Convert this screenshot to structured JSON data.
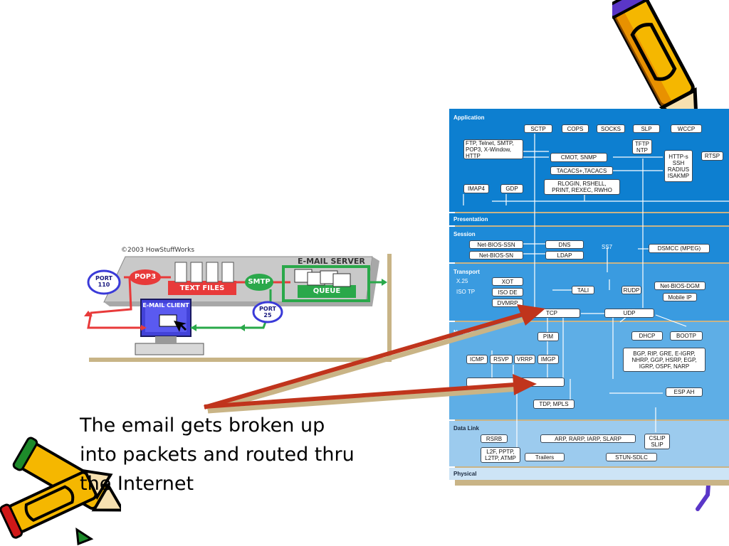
{
  "caption": {
    "lines": [
      "The email gets broken up",
      "into packets and routed thru",
      "the Internet"
    ]
  },
  "email_diagram": {
    "copyright": "©2003 HowStuffWorks",
    "server_label": "E-MAIL SERVER",
    "port110": "PORT\n110",
    "pop3": "POP3",
    "text_files": "TEXT FILES",
    "smtp": "SMTP",
    "queue": "QUEUE",
    "client": "E-MAIL CLIENT",
    "port25": "PORT\n25"
  },
  "stack": {
    "layers": {
      "application": "Application",
      "presentation": "Presentation",
      "session": "Session",
      "transport": "Transport",
      "network": "Network",
      "data_link": "Data Link",
      "physical": "Physical"
    },
    "boxes": {
      "sctp": "SCTP",
      "cops": "COPS",
      "socks": "SOCKS",
      "slp": "SLP",
      "wccp": "WCCP",
      "ftp": "FTP, Telnet, SMTP,\nPOP3, X-Window,\nHTTP",
      "tftp": "TFTP\nNTP",
      "cmot": "CMOT, SNMP",
      "https": "HTTP-s\nSSH\nRADIUS\nISAKMP",
      "rtsp": "RTSP",
      "tacacs": "TACACS+,TACACS",
      "imap4": "IMAP4",
      "gdp": "GDP",
      "rlogin": "RLOGIN, RSHELL,\nPRINT, REXEC, RWHO",
      "nbssn": "Net-BIOS-SSN",
      "dns": "DNS",
      "nbsn": "Net-BIOS-SN",
      "ldap": "LDAP",
      "dsmcc": "DSMCC (MPEG)",
      "xot": "XOT",
      "isode": "ISO DE",
      "dvmrp": "DVMRP",
      "tali": "TALI",
      "rudp": "RUDP",
      "nbdgm": "Net-BIOS-DGM",
      "mobileip": "Mobile IP",
      "tcp": "TCP",
      "udp": "UDP",
      "pim": "PIM",
      "dhcp": "DHCP",
      "bootp": "BOOTP",
      "bgp": "BGP, RIP, GRE, E-IGRP,\nNHRP, GGP, HSRP, EGP,\nIGRP, OSPF, NARP",
      "icmp": "ICMP",
      "rsvp": "RSVP",
      "vrrp": "VRRP",
      "imgp": "IMGP",
      "espah": "ESP AH",
      "tdp": "TDP, MPLS",
      "rsrb": "RSRB",
      "arp": "ARP, RARP, IARP, SLARP",
      "cslip": "CSLIP\nSLIP",
      "l2f": "L2F, PPTP,\nL2TP, ATMP",
      "trailers": "Trailers",
      "stun": "STUN-SDLC"
    },
    "text": {
      "ss7": "SS7",
      "x25": "X.25",
      "isotp": "ISO TP"
    }
  },
  "colors": {
    "arrow_red": "#c0341c",
    "arrow_shadow": "#c9b486",
    "stack_blue": "#0d7fd0",
    "stack_light": "#9ccbee"
  }
}
